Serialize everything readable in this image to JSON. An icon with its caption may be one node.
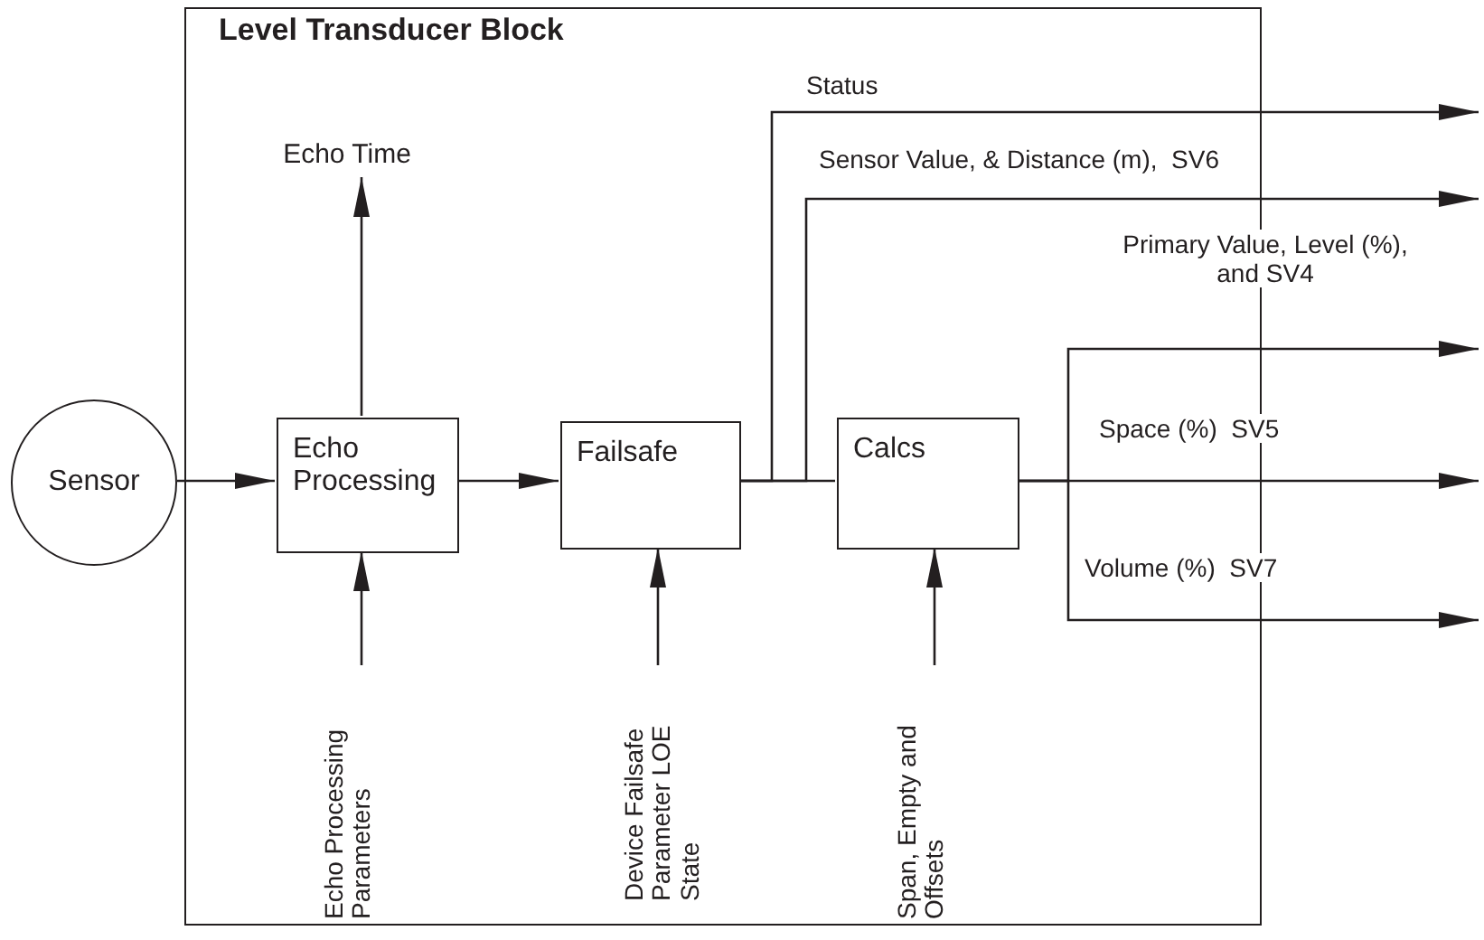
{
  "diagram": {
    "nodes": [
      {
        "text": [
          "Level Transducer Block"
        ]
      },
      {
        "text": [
          "Sensor"
        ]
      },
      {
        "text": [
          "Echo Processing"
        ],
        "in": 0
      },
      {
        "text": [
          "Failsafe"
        ],
        "in": 0
      },
      {
        "text": [
          "Calcs"
        ],
        "in": 0
      },
      {
        "text": [
          "Echo Time"
        ],
        "in": 0
      },
      {
        "text": [
          "Echo Processing Parameters"
        ],
        "in": 0
      },
      {
        "text": [
          "Device Failsafe Parameter LOE State"
        ],
        "in": 0
      },
      {
        "text": [
          "Span, Empty and Offsets"
        ],
        "in": 0
      }
    ],
    "edges": [
      {
        "from": 1,
        "to": 2,
        "arrow": "to"
      },
      {
        "from": 2,
        "to": 3,
        "arrow": "to"
      },
      {
        "from": 3,
        "to": 4,
        "arrow": "none"
      },
      {
        "from": 2,
        "to": 5,
        "arrow": "to"
      },
      {
        "from": 6,
        "to": 2,
        "arrow": "to"
      },
      {
        "from": 7,
        "to": 3,
        "arrow": "to"
      },
      {
        "from": 8,
        "to": 4,
        "arrow": "to"
      },
      {
        "from": 3,
        "to": null,
        "arrow": "to",
        "label": "Status"
      },
      {
        "from": 3,
        "to": null,
        "arrow": "to",
        "label": "Sensor Value, & Distance (m),  SV6"
      },
      {
        "from": 4,
        "to": null,
        "arrow": "to",
        "label": "Primary Value, Level (%), and SV4"
      },
      {
        "from": 4,
        "to": null,
        "arrow": "to",
        "label": "Space (%)  SV5"
      },
      {
        "from": 4,
        "to": null,
        "arrow": "to",
        "label": "Volume (%)  SV7"
      }
    ]
  }
}
